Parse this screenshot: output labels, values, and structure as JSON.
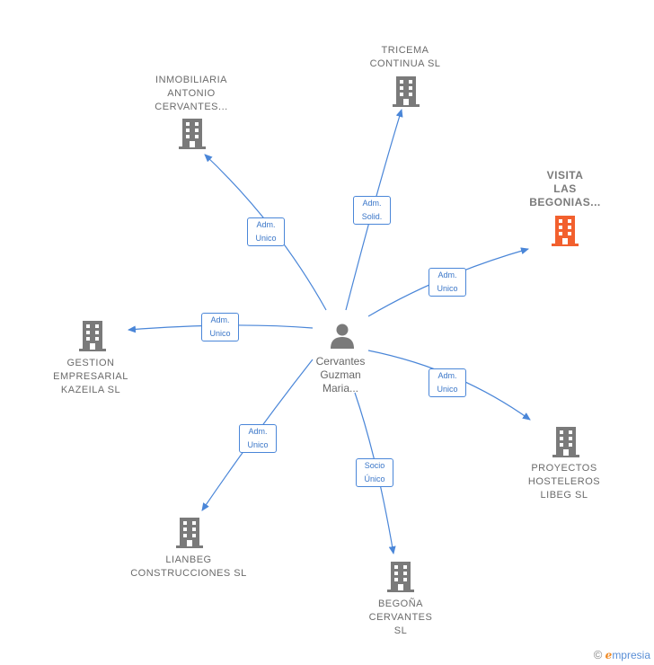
{
  "center": {
    "name": "Cervantes\nGuzman\nMaria..."
  },
  "companies": [
    {
      "id": "inmobiliaria",
      "name": "INMOBILIARIA\nANTONIO\nCERVANTES...",
      "role": "Adm.\nUnico"
    },
    {
      "id": "tricema",
      "name": "TRICEMA\nCONTINUA  SL",
      "role": "Adm.\nSolid."
    },
    {
      "id": "visita",
      "name": "VISITA\nLAS\nBEGONIAS...",
      "role": "Adm.\nUnico",
      "highlight": true
    },
    {
      "id": "gestion",
      "name": "GESTION\nEMPRESARIAL\nKAZEILA  SL",
      "role": "Adm.\nUnico"
    },
    {
      "id": "proyectos",
      "name": "PROYECTOS\nHOSTELEROS\nLIBEG  SL",
      "role": "Adm.\nUnico"
    },
    {
      "id": "lianbeg",
      "name": "LIANBEG\nCONSTRUCCIONES SL",
      "role": "Adm.\nUnico"
    },
    {
      "id": "begona",
      "name": "BEGOÑA\nCERVANTES\nSL",
      "role": "Socio\nÚnico"
    }
  ],
  "colors": {
    "edge": "#4a86d8",
    "building": "#7a7a7a",
    "highlight": "#f2602e"
  },
  "footer": {
    "copyright": "©",
    "brand_e": "e",
    "brand_rest": "mpresia"
  }
}
